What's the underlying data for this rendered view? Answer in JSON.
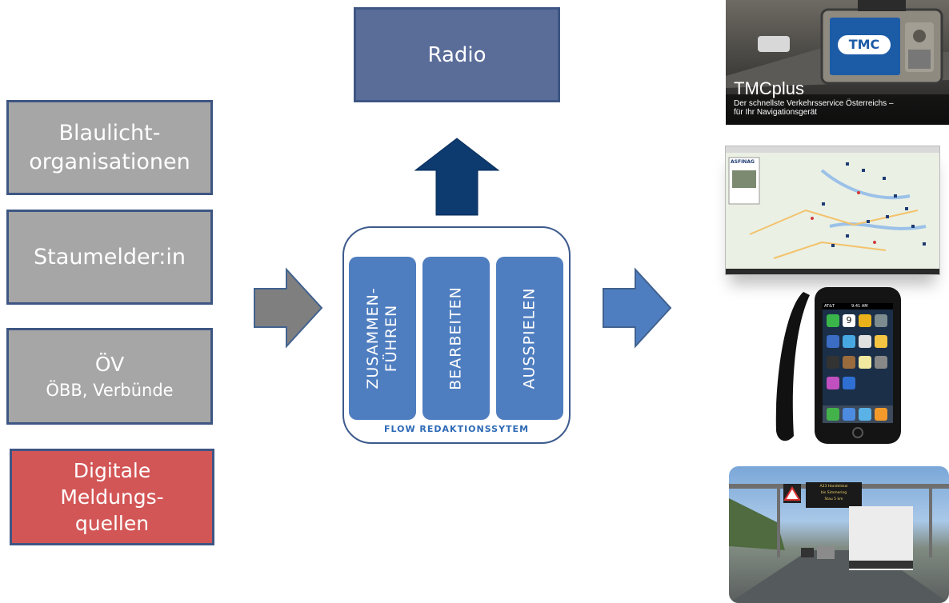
{
  "sources": [
    {
      "lines": [
        "Blaulicht-",
        "organisationen"
      ]
    },
    {
      "lines": [
        "Staumelder:in"
      ]
    },
    {
      "title": "ÖV",
      "subtitle": "ÖBB, Verbünde"
    },
    {
      "lines": [
        "Digitale",
        "Meldungs-",
        "quellen"
      ]
    }
  ],
  "radio": {
    "label": "Radio"
  },
  "flow": {
    "columns": [
      {
        "lines": [
          "ZUSAMMEN-",
          "FÜHREN"
        ]
      },
      {
        "lines": [
          "BEARBEITEN"
        ]
      },
      {
        "lines": [
          "AUSSPIELEN"
        ]
      }
    ],
    "caption": "FLOW REDAKTIONSSYTEM"
  },
  "outputs": {
    "tmc": {
      "title": "TMCplus",
      "subtitle_line1": "Der schnellste Verkehrsservice Österreichs –",
      "subtitle_line2": "für Ihr Navigationsgerät",
      "screen_text": "TMC"
    },
    "map": {
      "brand": "ASFINAG"
    },
    "phone": {
      "carrier": "AT&T",
      "time": "9:41 AM",
      "date_number": "9"
    },
    "highway": {
      "sign_text": [
        "A23 Handelskai",
        "bis Simmering",
        "Stau 5 km"
      ]
    }
  },
  "colors": {
    "box_grey": "#a6a6a6",
    "box_red": "#d35656",
    "box_border": "#3e5683",
    "radio_fill": "#5a6d99",
    "flow_column": "#4f7ec0",
    "arrow_navy": "#0d3a6f",
    "arrow_grey": "#7f7f7f",
    "arrow_blue": "#4f7ec0"
  }
}
